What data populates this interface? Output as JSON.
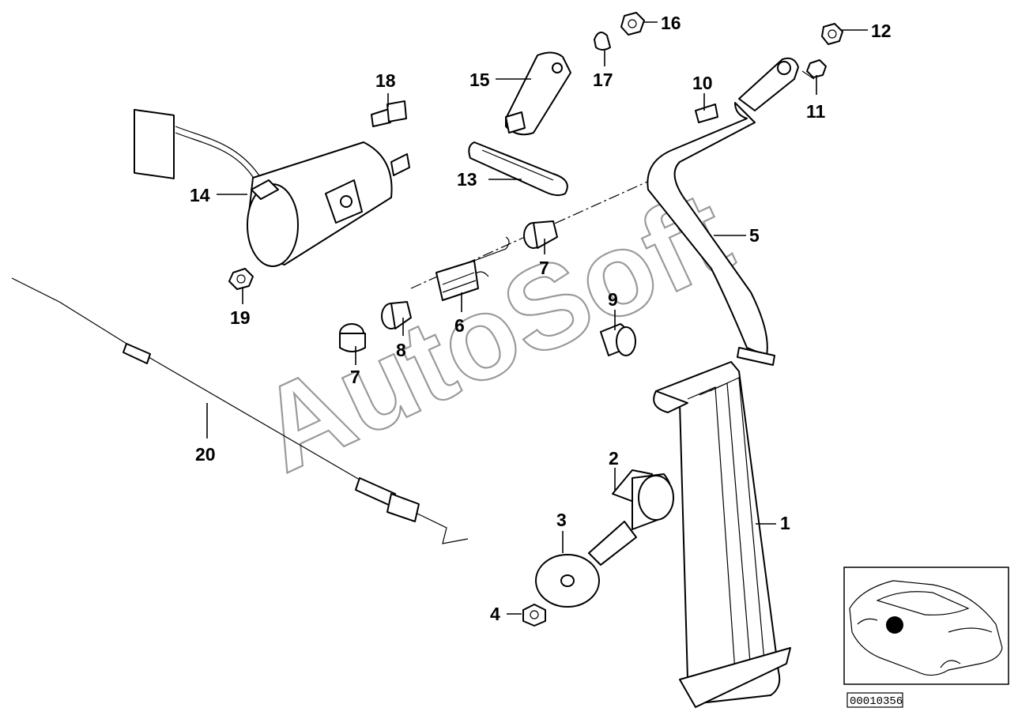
{
  "diagram": {
    "colors": {
      "line": "#000000",
      "watermark": "#9a9a9a",
      "background": "#ffffff"
    },
    "watermark": "AutoSoft",
    "document_id": "00010356",
    "labels": {
      "l1": "1",
      "l2": "2",
      "l3": "3",
      "l4": "4",
      "l5": "5",
      "l6": "6",
      "l7a": "7",
      "l7b": "7",
      "l8": "8",
      "l9": "9",
      "l10": "10",
      "l11": "11",
      "l12": "12",
      "l13": "13",
      "l14": "14",
      "l15": "15",
      "l16": "16",
      "l17": "17",
      "l18": "18",
      "l19": "19",
      "l20": "20"
    },
    "icons": {
      "pedal": "accelerator-pedal-icon",
      "car": "car-location-thumbnail-icon"
    }
  }
}
